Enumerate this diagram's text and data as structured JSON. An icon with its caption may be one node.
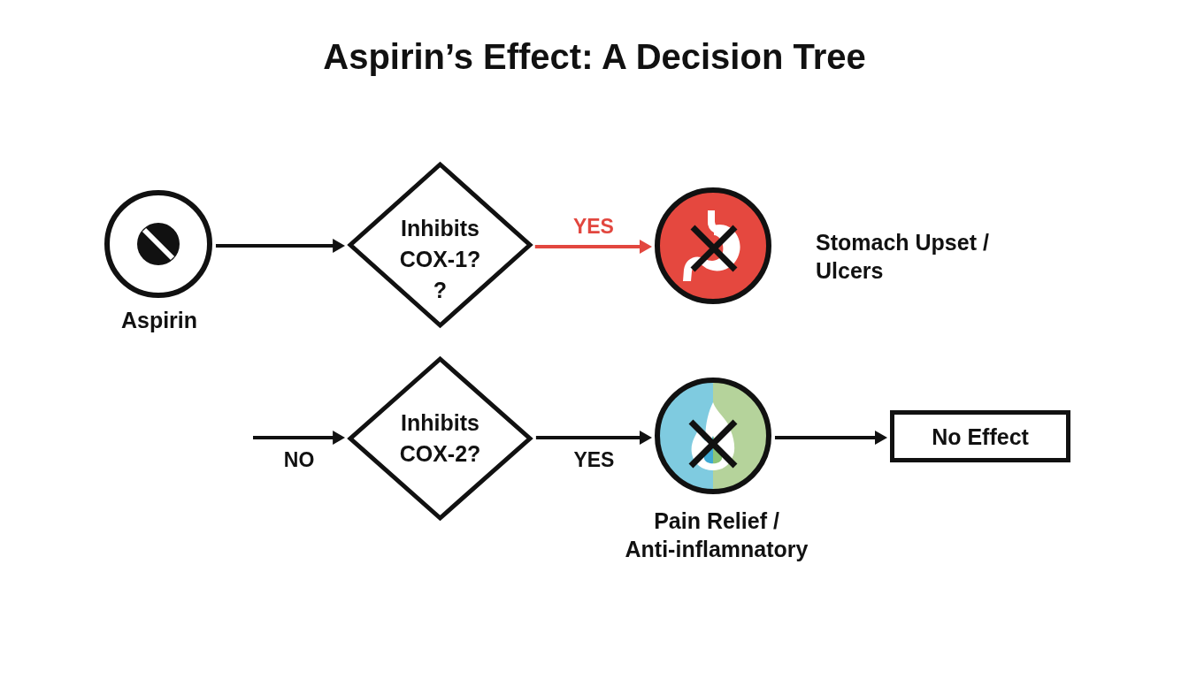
{
  "diagram": {
    "title": "Aspirin’s Effect: A Decision Tree",
    "nodes": [
      {
        "text": [],
        "shape": "circle",
        "beside": [
          "Aspirin"
        ]
      },
      {
        "text": [
          "Inhibits COX-1? ?"
        ]
      },
      {
        "text": [],
        "shape": "circle",
        "beside": [
          "Stomach Upset / Ulcers"
        ]
      },
      {
        "text": [
          "Inhibits COX-2?"
        ]
      },
      {
        "text": [],
        "shape": "circle",
        "beside": [
          "Pain Relief / Anti-inflamnatory"
        ]
      },
      {
        "text": [
          "No Effect"
        ]
      }
    ],
    "edges": [
      {
        "from": 0,
        "to": 1,
        "arrow": "to"
      },
      {
        "from": 1,
        "to": 2,
        "arrow": "to",
        "label": "YES",
        "color": "#e2473f"
      },
      {
        "from": null,
        "to": 3,
        "arrow": "to",
        "label": "NO"
      },
      {
        "from": 3,
        "to": 4,
        "arrow": "to",
        "label": "YES"
      },
      {
        "from": 4,
        "to": 5,
        "arrow": "to"
      }
    ]
  }
}
